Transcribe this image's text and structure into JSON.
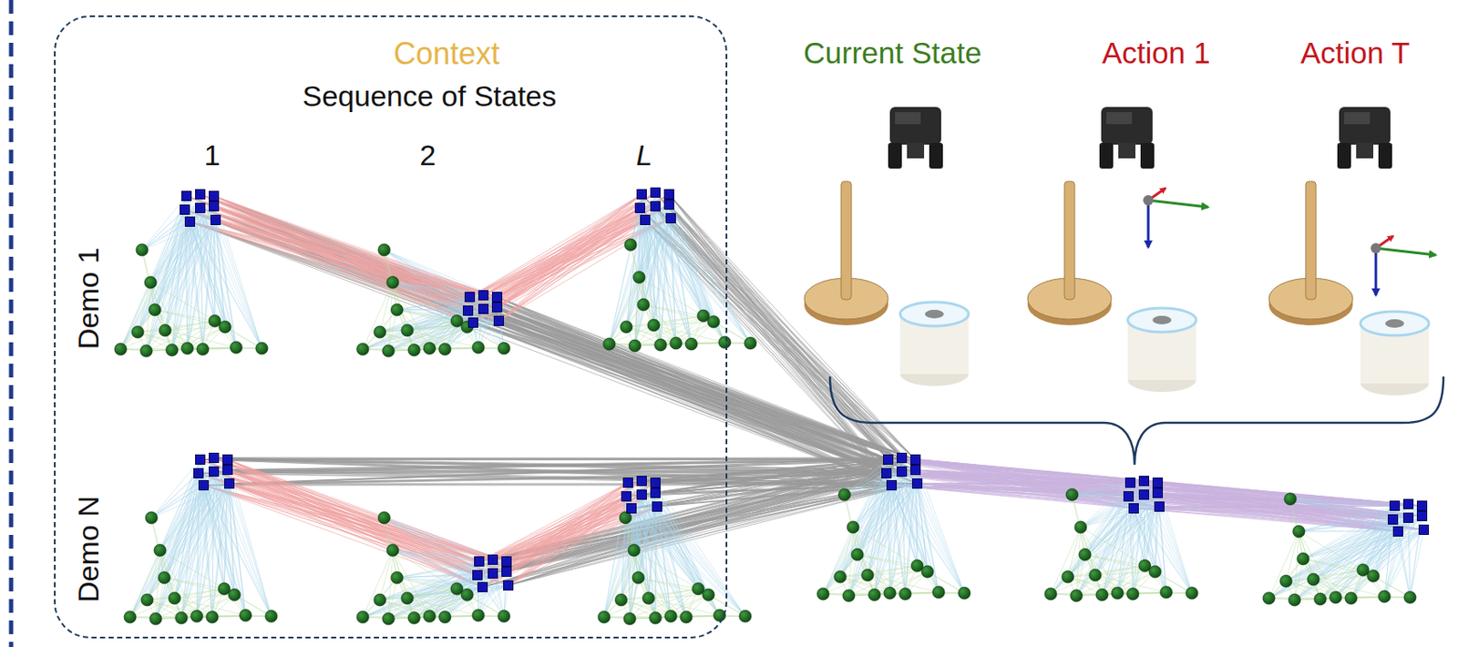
{
  "diagram": {
    "nodes": [
      {
        "text": [
          "Context",
          "Sequence of States"
        ]
      }
    ],
    "labels": [
      "1",
      "2",
      "L",
      "Demo 1",
      "Demo N",
      "Current State",
      "Action 1",
      "Action T"
    ]
  }
}
